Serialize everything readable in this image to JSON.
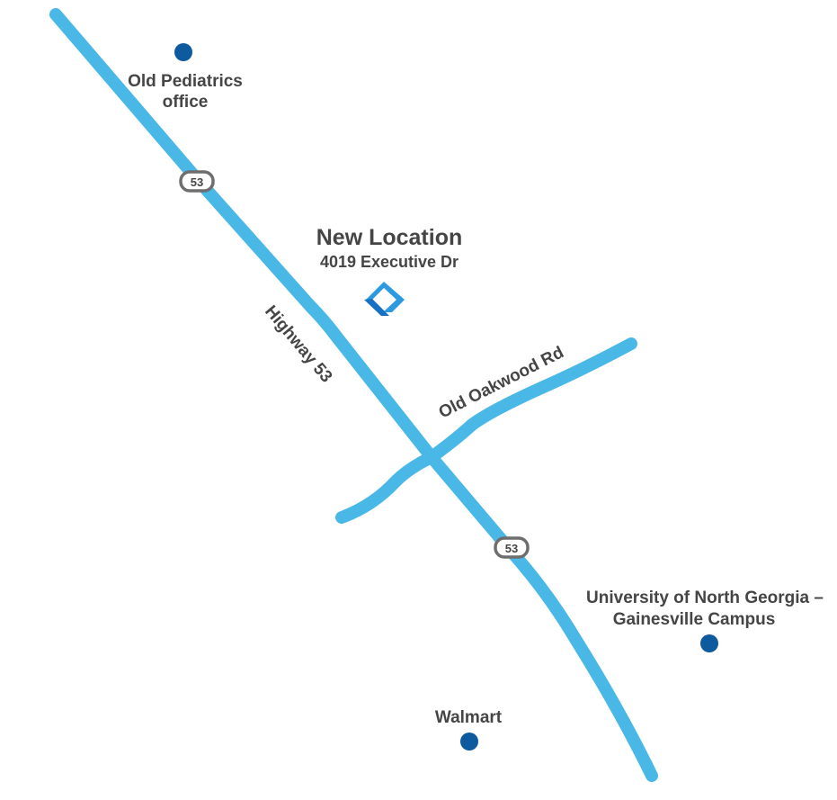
{
  "colors": {
    "road": "#4ab8e6",
    "poi": "#0d5a9e",
    "text": "#454545",
    "shield_border": "#6e6e6e"
  },
  "new_location": {
    "title": "New Location",
    "address": "4019 Executive Dr",
    "icon": "clinic-logo-icon"
  },
  "roads": {
    "highway": "Highway 53",
    "oakwood": "Old Oakwood Rd",
    "shield_number": "53"
  },
  "pois": [
    {
      "line1": "Old Pediatrics",
      "line2": "office"
    },
    {
      "line1": "University of North Georgia –",
      "line2": "Gainesville Campus"
    },
    {
      "line1": "Walmart"
    }
  ]
}
